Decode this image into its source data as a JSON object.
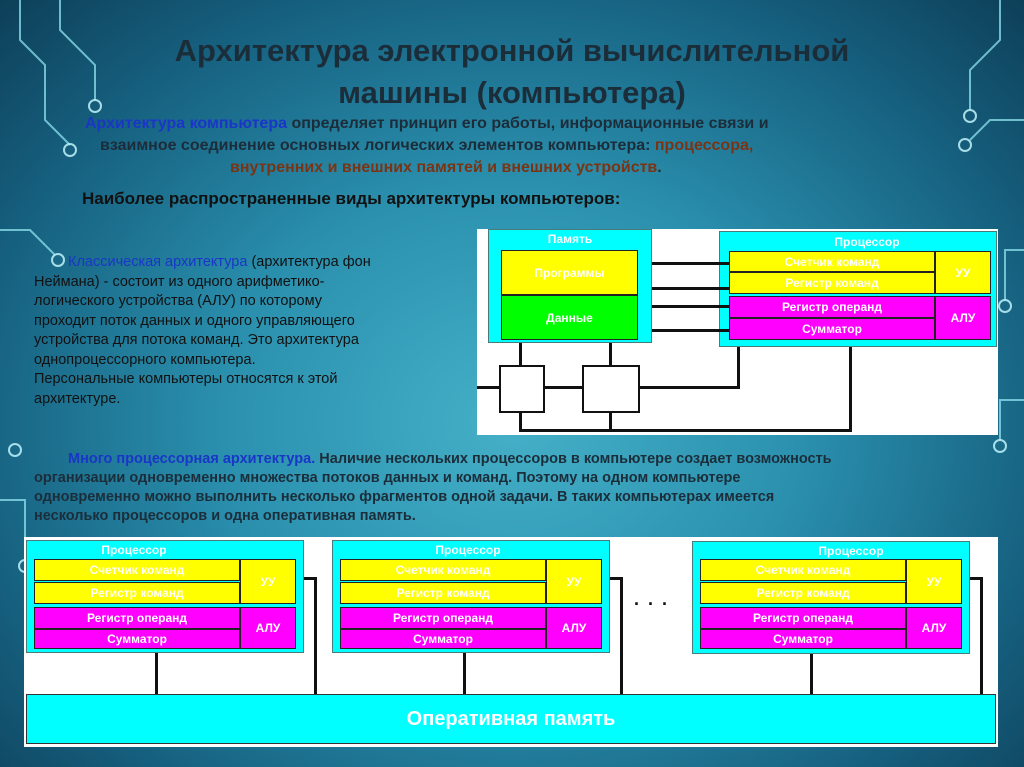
{
  "title": {
    "line1": "Архитектура электронной вычислительной",
    "line2": "машины (компьютера)"
  },
  "intro": {
    "term": "Архитектура компьютера",
    "text1": " определяет принцип его работы, информационные связи и",
    "text2": "взаимное соединение основных логических элементов компьютера: ",
    "highlight1": "процессора,",
    "highlight2": "внутренних и внешних памятей и внешних устройств",
    "dot": "."
  },
  "subheading": "Наиболее распространенные виды архитектуры компьютеров:",
  "classic": {
    "term": "Классическая архитектура",
    "lines": [
      " (архитектура фон",
      "Неймана) -  состоит из одного арифметико-",
      "логического устройства (АЛУ) по которому",
      "проходит поток данных и одного управляющего",
      "устройства для потока команд. Это архитектура",
      "однопроцессорного компьютера.",
      "Персональные компьютеры относятся к этой",
      "архитектуре."
    ]
  },
  "multi": {
    "term": "Много процессорная архитектура.",
    "lines": [
      " Наличие нескольких процессоров в компьютере создает возможность",
      "организации одновременно множества потоков данных и команд. Поэтому на одном компьютере",
      "одновременно можно выполнить несколько фрагментов одной задачи. В таких компьютерах имеется",
      "несколько процессоров и одна оперативная память."
    ]
  },
  "von_neumann_diagram": {
    "memory_label": "Память",
    "programs": "Программы",
    "data": "Данные",
    "processor_label": "Процессор",
    "counter": "Счетчик команд",
    "cmd_register": "Регистр команд",
    "operand_register": "Регистр операнд",
    "adder": "Сумматор",
    "cu": "УУ",
    "alu": "АЛУ"
  },
  "multi_diagram": {
    "processors": [
      {
        "label": "Процессор",
        "counter": "Счетчик команд",
        "cmd_register": "Регистр команд",
        "operand_register": "Регистр операнд",
        "adder": "Сумматор",
        "cu": "УУ",
        "alu": "АЛУ"
      },
      {
        "label": "Процессор",
        "counter": "Счетчик команд",
        "cmd_register": "Регистр команд",
        "operand_register": "Регистр операнд",
        "adder": "Сумматор",
        "cu": "УУ",
        "alu": "АЛУ"
      },
      {
        "label": "Процессор",
        "counter": "Счетчик команд",
        "cmd_register": "Регистр команд",
        "operand_register": "Регистр операнд",
        "adder": "Сумматор",
        "cu": "УУ",
        "alu": "АЛУ"
      }
    ],
    "ellipsis": ". . .",
    "ram": "Оперативная память"
  },
  "colors": {
    "accent_blue": "#1a36c8",
    "accent_brown": "#7a3414",
    "cyan": "#00ffff",
    "yellow": "#ffff00",
    "magenta": "#ff00ff",
    "green": "#00ff00"
  }
}
